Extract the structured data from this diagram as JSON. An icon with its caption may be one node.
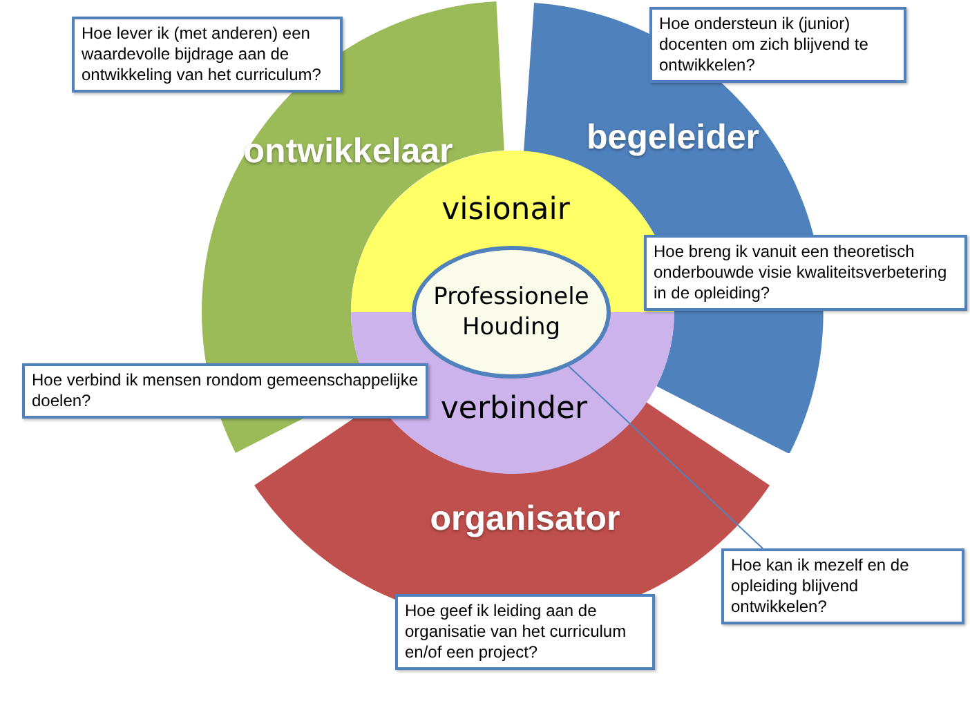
{
  "diagram": {
    "nodes": [
      {
        "text": [
          "ontwikkelaar"
        ]
      },
      {
        "text": [
          "begeleider"
        ]
      },
      {
        "text": [
          "organisator"
        ]
      },
      {
        "text": [
          "visionair"
        ]
      },
      {
        "text": [
          "verbinder"
        ]
      },
      {
        "text": [
          "Professionele Houding"
        ]
      },
      {
        "text": [
          "Hoe lever ik (met anderen) een waardevolle bijdrage aan de ontwikkeling van het curriculum?"
        ]
      },
      {
        "text": [
          "Hoe ondersteun ik (junior) docenten om zich blijvend te ontwikkelen?"
        ]
      },
      {
        "text": [
          "Hoe breng ik vanuit een theoretisch onderbouwde visie kwaliteitsverbetering in de opleiding?"
        ]
      },
      {
        "text": [
          "Hoe verbind ik mensen rondom gemeenschappelijke doelen?"
        ]
      },
      {
        "text": [
          "Hoe geef ik leiding aan de organisatie van het curriculum en/of een project?"
        ]
      },
      {
        "text": [
          "Hoe kan ik mezelf en de opleiding blijvend ontwikkelen?"
        ]
      }
    ],
    "edges": [
      {
        "from": 5,
        "to": 11,
        "arrow": "none"
      }
    ]
  }
}
